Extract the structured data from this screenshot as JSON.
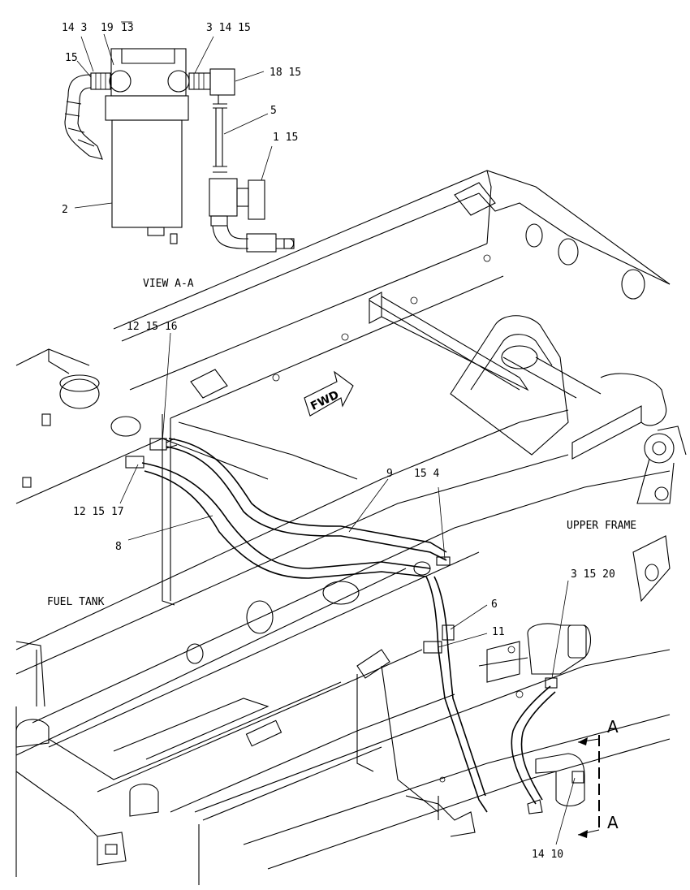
{
  "view_title": "VIEW  A-A",
  "fwd_label": "FWD",
  "area_labels": {
    "upper_frame": "UPPER FRAME",
    "fuel_tank": "FUEL TANK"
  },
  "section_marker": {
    "top": "A",
    "bottom": "A"
  },
  "callouts": {
    "c_14_3": "14 3",
    "c_19": "19",
    "c_13": "13",
    "c_3_14_15": "3 14 15",
    "c_15_top": "15",
    "c_18_15": "18 15",
    "c_5": "5",
    "c_1_15": "1 15",
    "c_2": "2",
    "c_12_15_16": "12 15 16",
    "c_12_15_17": "12 15 17",
    "c_8": "8",
    "c_9": "9",
    "c_15_4": "15 4",
    "c_6": "6",
    "c_11": "11",
    "c_3_15_20": "3 15 20",
    "c_14_10": "14 10"
  }
}
